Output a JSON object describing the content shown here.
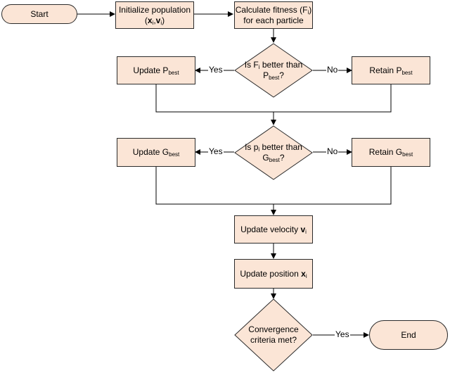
{
  "nodes": {
    "start": "Start",
    "init": {
      "line1": "Initialize population",
      "x": "x",
      "i1": "i",
      "sep": ",",
      "v": "v",
      "i2": "i",
      "open": "(",
      "close": ")"
    },
    "fitness": {
      "line1a": "Calculate fitness (F",
      "line1sub": "i",
      "line1b": ")",
      "line2": "for each particle"
    },
    "q1": {
      "a": "Is F",
      "asub": "i",
      "b": " better than",
      "c": "P",
      "csub": "best",
      "d": "?"
    },
    "update_pbest": {
      "text": "Update P",
      "sub": "best"
    },
    "retain_pbest": {
      "text": "Retain  P",
      "sub": "best"
    },
    "q2": {
      "a": "Is p",
      "asub": "i",
      "b": " better than",
      "c": "G",
      "csub": "best",
      "d": "?"
    },
    "update_gbest": {
      "text": "Update G",
      "sub": "best"
    },
    "retain_gbest": {
      "text": "Retain  G",
      "sub": "best"
    },
    "update_velocity": {
      "text": "Update velocity ",
      "var": "v",
      "sub": "i"
    },
    "update_position": {
      "text": "Update position ",
      "var": "x",
      "sub": "i"
    },
    "q3": {
      "line1": "Convergence",
      "line2": "criteria met?"
    },
    "end": "End"
  },
  "labels": {
    "yes1": "Yes",
    "no1": "No",
    "yes2": "Yes",
    "no2": "No",
    "yes3": "Yes"
  },
  "colors": {
    "fill": "#fbe5d6",
    "stroke": "#2b2b2b"
  }
}
